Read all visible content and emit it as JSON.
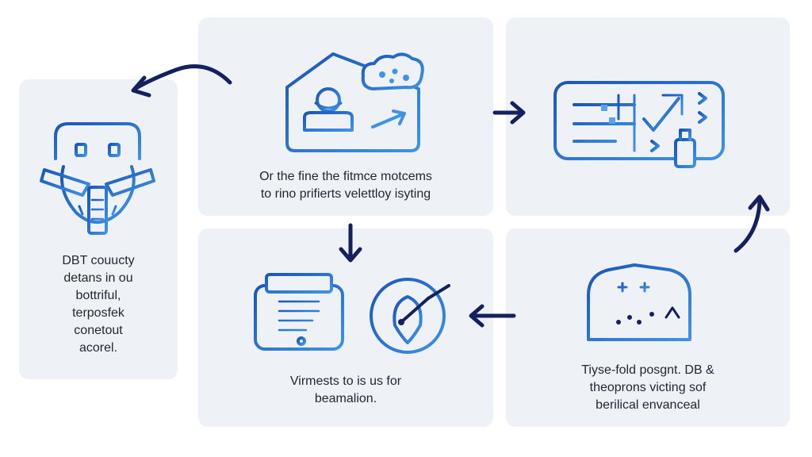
{
  "colors": {
    "card_bg": "#eef2f7",
    "icon_blue": "#1f67c4",
    "icon_light": "#5aa3e8",
    "arrow_navy": "#14215e",
    "text": "#1f2633"
  },
  "cards": [
    {
      "id": "left-tall",
      "icon": "robot-wrench-icon",
      "lines": [
        "DBT couucty",
        "detans in ou",
        "bottriful,",
        "terposfek",
        "conetout",
        "acorel."
      ]
    },
    {
      "id": "top-middle",
      "icon": "house-person-cloud-icon",
      "lines": [
        "Or the fine the fitmce motcems",
        "to rino prifierts velettloy isyting"
      ]
    },
    {
      "id": "top-right",
      "icon": "circuit-board-icon",
      "lines": []
    },
    {
      "id": "bottom-middle",
      "icon": "document-target-icon",
      "lines": [
        "Virmests to is us for",
        "beamalion."
      ]
    },
    {
      "id": "bottom-right",
      "icon": "analytics-board-icon",
      "lines": [
        "Tiyse-fold posgnt. DB &",
        "theoprons victing sof",
        "berilical envanceal"
      ]
    }
  ],
  "arrows": [
    {
      "id": "arrow-curved-left",
      "icon": "curved-arrow-left-icon"
    },
    {
      "id": "arrow-right",
      "icon": "arrow-right-icon"
    },
    {
      "id": "arrow-down",
      "icon": "arrow-down-icon"
    },
    {
      "id": "arrow-left",
      "icon": "arrow-left-icon"
    },
    {
      "id": "arrow-curved-up",
      "icon": "curved-arrow-up-icon"
    }
  ]
}
